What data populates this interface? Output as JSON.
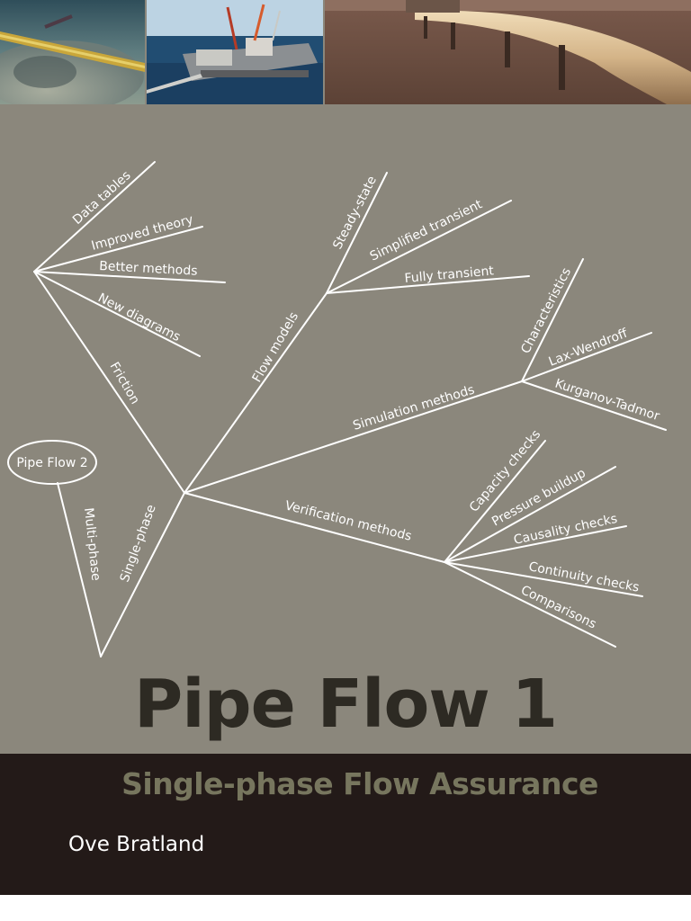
{
  "cover": {
    "title": "Pipe Flow 1",
    "subtitle": "Single-phase Flow Assurance",
    "author": "Ove Bratland"
  },
  "diagram": {
    "bubble": "Pipe Flow 2",
    "branches": {
      "multi_phase": "Multi-phase",
      "single_phase": "Single-phase",
      "friction": "Friction",
      "flow_models": "Flow models",
      "simulation_methods": "Simulation methods",
      "verification_methods": "Verification methods"
    },
    "friction_leaves": [
      "Data tables",
      "Improved theory",
      "Better methods",
      "New diagrams"
    ],
    "flow_model_leaves": [
      "Steady-state",
      "Simplified transient",
      "Fully transient"
    ],
    "simulation_leaves": [
      "Characteristics",
      "Lax-Wendroff",
      "Kurganov-Tadmor"
    ],
    "verification_leaves": [
      "Capacity checks",
      "Pressure buildup",
      "Causality checks",
      "Continuity checks",
      "Comparisons"
    ]
  },
  "colors": {
    "cover_background": "#8b877c",
    "band_background": "#231a18",
    "title_color": "#2d2a23",
    "subtitle_color": "#77765e",
    "line_color": "#ffffff"
  },
  "images": [
    "subsea-pipeline-photo",
    "offshore-platform-photo",
    "overland-pipeline-photo"
  ]
}
